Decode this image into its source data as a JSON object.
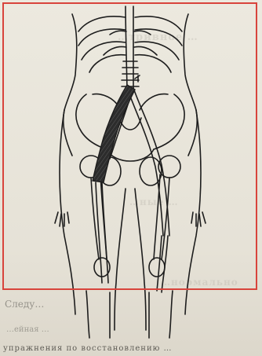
{
  "figure": {
    "border_color": "#d8443c",
    "graft_color": "#2c2c2c"
  },
  "bleed_through": {
    "line_top_right": "…тривное …",
    "line_mid": "…ные …",
    "line_bottom_right": "…нормально"
  },
  "caption_below": {
    "line1": "Следу…",
    "line2": "…ейная …",
    "line3": "упражнения по восстановлению …"
  }
}
